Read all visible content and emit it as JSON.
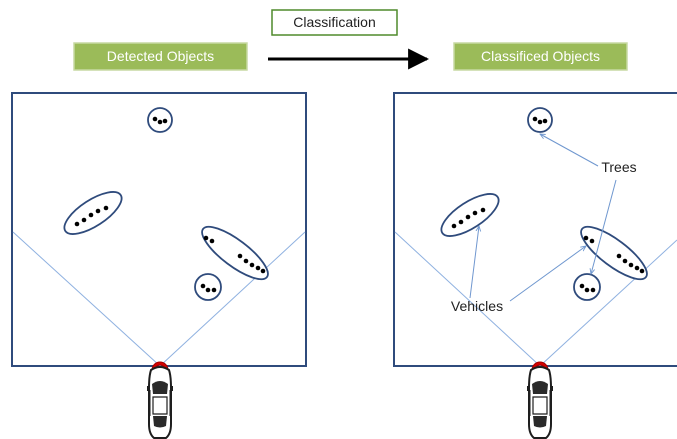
{
  "header": {
    "process_label": "Classification",
    "left_label": "Detected Objects",
    "right_label": "Classificed Objects"
  },
  "annotations": {
    "trees": "Trees",
    "vehicles": "Vehicles"
  },
  "colors": {
    "label_green": "#9bbb59",
    "label_border": "#71923a",
    "process_border": "#4f8a2b",
    "panel_border": "#2f4b7c",
    "sensor_line": "#8fb1e0",
    "arrow": "#000000",
    "sensor_red": "#d40000",
    "car_body": "#3a3a3a"
  },
  "icons": {
    "car": "car-top-view-icon",
    "sensor": "radar-sensor-icon"
  }
}
